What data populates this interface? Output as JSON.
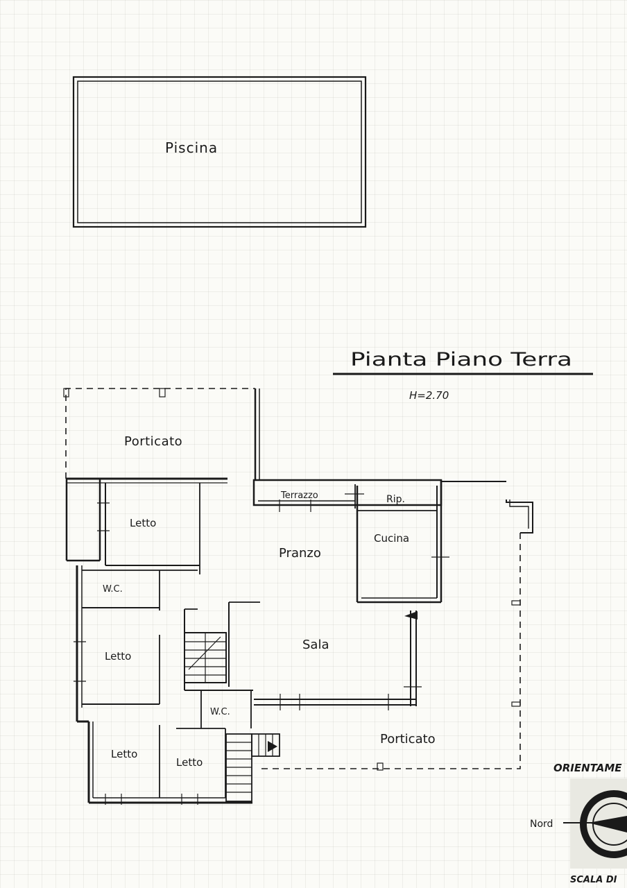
{
  "plan": {
    "pool_label": "Piscina",
    "title": "Pianta Piano Terra",
    "height_note": "H=2.70",
    "rooms": {
      "porticato_top": "Porticato",
      "letto_1": "Letto",
      "terrazzo": "Terrazzo",
      "rip": "Rip.",
      "cucina": "Cucina",
      "pranzo": "Pranzo",
      "wc_1": "W.C.",
      "letto_2": "Letto",
      "sala": "Sala",
      "wc_2": "W.C.",
      "porticato_bottom": "Porticato",
      "letto_3": "Letto",
      "letto_4": "Letto"
    },
    "orientation_label": "ORIENTAME",
    "north_label": "Nord",
    "scale_label": "SCALA DI"
  },
  "colors": {
    "ink": "#1a1a1a",
    "paper": "#fbfbf7",
    "grid": "#9a9a8c"
  }
}
